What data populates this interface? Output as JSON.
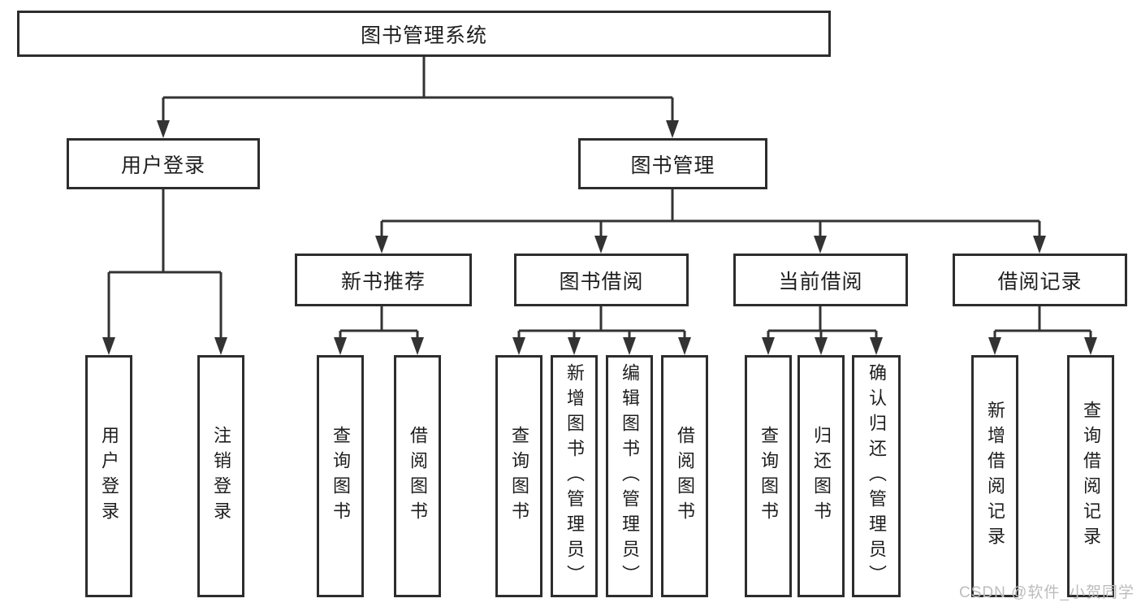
{
  "tree": {
    "label": "图书管理系统",
    "children": [
      {
        "label": "用户登录",
        "children": [
          {
            "label": "用户登录"
          },
          {
            "label": "注销登录"
          }
        ]
      },
      {
        "label": "图书管理",
        "children": [
          {
            "label": "新书推荐",
            "children": [
              {
                "label": "查询图书"
              },
              {
                "label": "借阅图书"
              }
            ]
          },
          {
            "label": "图书借阅",
            "children": [
              {
                "label": "查询图书"
              },
              {
                "label": "新增图书（管理员）"
              },
              {
                "label": "编辑图书（管理员）"
              },
              {
                "label": "借阅图书"
              }
            ]
          },
          {
            "label": "当前借阅",
            "children": [
              {
                "label": "查询图书"
              },
              {
                "label": "归还图书"
              },
              {
                "label": "确认归还（管理员）"
              }
            ]
          },
          {
            "label": "借阅记录",
            "children": [
              {
                "label": "新增借阅记录"
              },
              {
                "label": "查询借阅记录"
              }
            ]
          }
        ]
      }
    ]
  },
  "watermark": {
    "text": "CSDN @软件_小贺同学"
  },
  "colors": {
    "line": "#333333",
    "border": "#2d2d2d",
    "text": "#1e1e1e",
    "watermark": "#bcbcbc",
    "background": "#ffffff"
  }
}
